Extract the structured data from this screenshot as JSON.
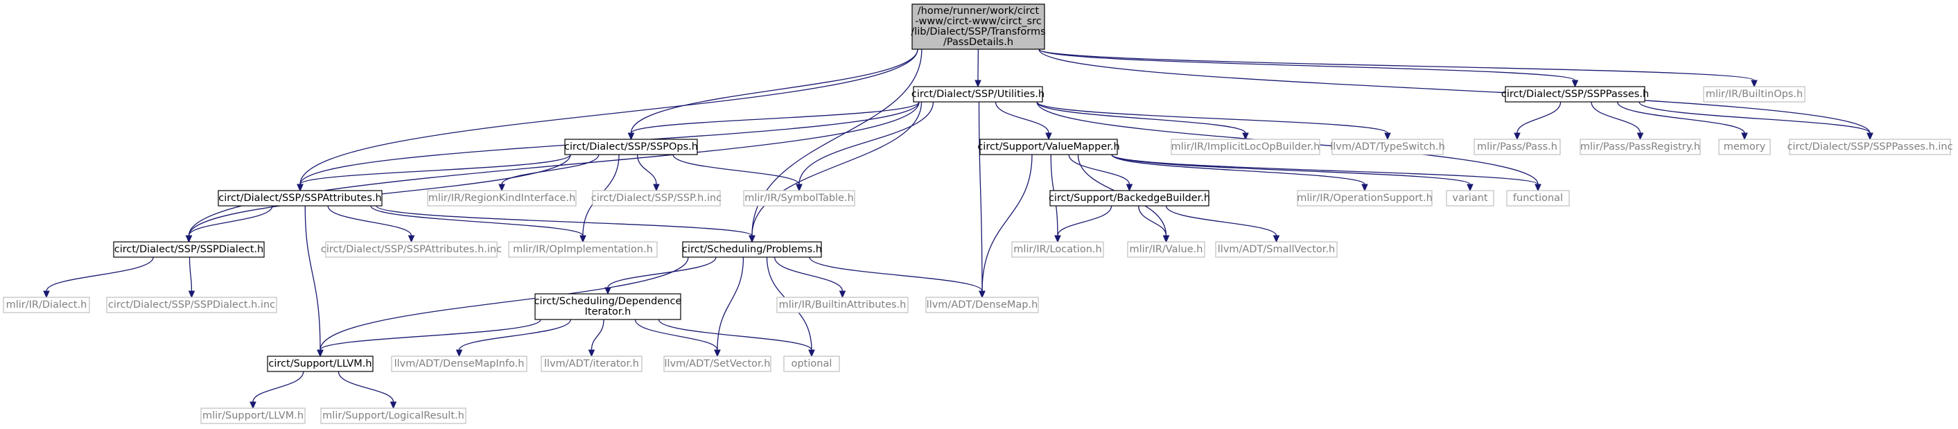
{
  "colors": {
    "edge": "#191970",
    "root_fill": "#bfbfbf",
    "normal_border": "#000000",
    "missing_border": "#bfbfbf",
    "missing_text": "#7f7f7f",
    "text": "#000000"
  },
  "nodes": {
    "root": {
      "lines": [
        "/home/runner/work/circt",
        "-www/circt-www/circt_src",
        "/lib/Dialect/SSP/Transforms",
        "/PassDetails.h"
      ],
      "kind": "root"
    },
    "utilities": {
      "lines": [
        "circt/Dialect/SSP/Utilities.h"
      ],
      "kind": "normal"
    },
    "ssppasses": {
      "lines": [
        "circt/Dialect/SSP/SSPPasses.h"
      ],
      "kind": "normal"
    },
    "builtinops": {
      "lines": [
        "mlir/IR/BuiltinOps.h"
      ],
      "kind": "missing"
    },
    "sspops": {
      "lines": [
        "circt/Dialect/SSP/SSPOps.h"
      ],
      "kind": "normal"
    },
    "valuemapper": {
      "lines": [
        "circt/Support/ValueMapper.h"
      ],
      "kind": "normal"
    },
    "implicitloc": {
      "lines": [
        "mlir/IR/ImplicitLocOpBuilder.h"
      ],
      "kind": "missing"
    },
    "typeswitch": {
      "lines": [
        "llvm/ADT/TypeSwitch.h"
      ],
      "kind": "missing"
    },
    "pass": {
      "lines": [
        "mlir/Pass/Pass.h"
      ],
      "kind": "missing"
    },
    "passregistry": {
      "lines": [
        "mlir/Pass/PassRegistry.h"
      ],
      "kind": "missing"
    },
    "memory": {
      "lines": [
        "memory"
      ],
      "kind": "missing"
    },
    "ssppassesinc": {
      "lines": [
        "circt/Dialect/SSP/SSPPasses.h.inc"
      ],
      "kind": "missing"
    },
    "sspattributes": {
      "lines": [
        "circt/Dialect/SSP/SSPAttributes.h"
      ],
      "kind": "normal"
    },
    "regionkind": {
      "lines": [
        "mlir/IR/RegionKindInterface.h"
      ],
      "kind": "missing"
    },
    "sspinc": {
      "lines": [
        "circt/Dialect/SSP/SSP.h.inc"
      ],
      "kind": "missing"
    },
    "symboltable": {
      "lines": [
        "mlir/IR/SymbolTable.h"
      ],
      "kind": "missing"
    },
    "backedge": {
      "lines": [
        "circt/Support/BackedgeBuilder.h"
      ],
      "kind": "normal"
    },
    "opsupport": {
      "lines": [
        "mlir/IR/OperationSupport.h"
      ],
      "kind": "missing"
    },
    "variant": {
      "lines": [
        "variant"
      ],
      "kind": "missing"
    },
    "functional": {
      "lines": [
        "functional"
      ],
      "kind": "missing"
    },
    "sspdialect": {
      "lines": [
        "circt/Dialect/SSP/SSPDialect.h"
      ],
      "kind": "normal"
    },
    "sspattrinc": {
      "lines": [
        "circt/Dialect/SSP/SSPAttributes.h.inc"
      ],
      "kind": "missing"
    },
    "opimpl": {
      "lines": [
        "mlir/IR/OpImplementation.h"
      ],
      "kind": "missing"
    },
    "problems": {
      "lines": [
        "circt/Scheduling/Problems.h"
      ],
      "kind": "normal"
    },
    "location": {
      "lines": [
        "mlir/IR/Location.h"
      ],
      "kind": "missing"
    },
    "value": {
      "lines": [
        "mlir/IR/Value.h"
      ],
      "kind": "missing"
    },
    "smallvector": {
      "lines": [
        "llvm/ADT/SmallVector.h"
      ],
      "kind": "missing"
    },
    "dialect": {
      "lines": [
        "mlir/IR/Dialect.h"
      ],
      "kind": "missing"
    },
    "sspdialectinc": {
      "lines": [
        "circt/Dialect/SSP/SSPDialect.h.inc"
      ],
      "kind": "missing"
    },
    "depiter": {
      "lines": [
        "circt/Scheduling/Dependence",
        "Iterator.h"
      ],
      "kind": "normal"
    },
    "builtinattr": {
      "lines": [
        "mlir/IR/BuiltinAttributes.h"
      ],
      "kind": "missing"
    },
    "densemap": {
      "lines": [
        "llvm/ADT/DenseMap.h"
      ],
      "kind": "missing"
    },
    "supportllvm": {
      "lines": [
        "circt/Support/LLVM.h"
      ],
      "kind": "normal"
    },
    "densemapinfo": {
      "lines": [
        "llvm/ADT/DenseMapInfo.h"
      ],
      "kind": "missing"
    },
    "iterator": {
      "lines": [
        "llvm/ADT/iterator.h"
      ],
      "kind": "missing"
    },
    "setvector": {
      "lines": [
        "llvm/ADT/SetVector.h"
      ],
      "kind": "missing"
    },
    "optional": {
      "lines": [
        "optional"
      ],
      "kind": "missing"
    },
    "mlirllvm": {
      "lines": [
        "mlir/Support/LLVM.h"
      ],
      "kind": "missing"
    },
    "logicalresult": {
      "lines": [
        "mlir/Support/LogicalResult.h"
      ],
      "kind": "missing"
    }
  },
  "edges": [
    [
      "root",
      "utilities"
    ],
    [
      "root",
      "ssppasses"
    ],
    [
      "root",
      "builtinops"
    ],
    [
      "root",
      "sspops"
    ],
    [
      "root",
      "sspattributes"
    ],
    [
      "root",
      "problems"
    ],
    [
      "root",
      "ssppassesinc"
    ],
    [
      "utilities",
      "sspops"
    ],
    [
      "utilities",
      "sspattributes"
    ],
    [
      "utilities",
      "sspdialect"
    ],
    [
      "utilities",
      "valuemapper"
    ],
    [
      "utilities",
      "implicitloc"
    ],
    [
      "utilities",
      "typeswitch"
    ],
    [
      "utilities",
      "symboltable"
    ],
    [
      "utilities",
      "problems"
    ],
    [
      "utilities",
      "densemap"
    ],
    [
      "utilities",
      "functional"
    ],
    [
      "ssppasses",
      "pass"
    ],
    [
      "ssppasses",
      "passregistry"
    ],
    [
      "ssppasses",
      "memory"
    ],
    [
      "ssppasses",
      "ssppassesinc"
    ],
    [
      "sspops",
      "sspattributes"
    ],
    [
      "sspops",
      "regionkind"
    ],
    [
      "sspops",
      "sspinc"
    ],
    [
      "sspops",
      "symboltable"
    ],
    [
      "sspops",
      "sspdialect"
    ],
    [
      "sspops",
      "opimpl"
    ],
    [
      "valuemapper",
      "backedge"
    ],
    [
      "valuemapper",
      "opsupport"
    ],
    [
      "valuemapper",
      "variant"
    ],
    [
      "valuemapper",
      "functional"
    ],
    [
      "valuemapper",
      "location"
    ],
    [
      "valuemapper",
      "value"
    ],
    [
      "valuemapper",
      "densemap"
    ],
    [
      "backedge",
      "location"
    ],
    [
      "backedge",
      "value"
    ],
    [
      "backedge",
      "smallvector"
    ],
    [
      "sspattributes",
      "sspdialect"
    ],
    [
      "sspattributes",
      "sspattrinc"
    ],
    [
      "sspattributes",
      "opimpl"
    ],
    [
      "sspattributes",
      "problems"
    ],
    [
      "sspattributes",
      "supportllvm"
    ],
    [
      "sspdialect",
      "dialect"
    ],
    [
      "sspdialect",
      "sspdialectinc"
    ],
    [
      "problems",
      "depiter"
    ],
    [
      "problems",
      "builtinattr"
    ],
    [
      "problems",
      "densemap"
    ],
    [
      "problems",
      "setvector"
    ],
    [
      "problems",
      "optional"
    ],
    [
      "problems",
      "supportllvm"
    ],
    [
      "depiter",
      "supportllvm"
    ],
    [
      "depiter",
      "densemapinfo"
    ],
    [
      "depiter",
      "iterator"
    ],
    [
      "depiter",
      "setvector"
    ],
    [
      "depiter",
      "optional"
    ],
    [
      "supportllvm",
      "mlirllvm"
    ],
    [
      "supportllvm",
      "logicalresult"
    ]
  ]
}
